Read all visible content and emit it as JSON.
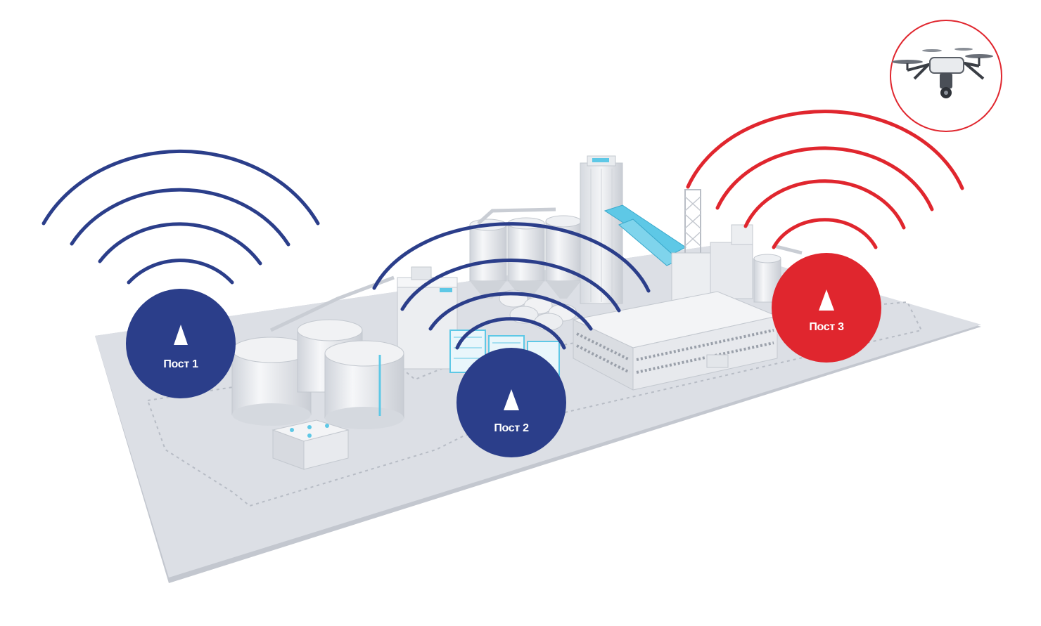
{
  "posts": [
    {
      "id": "post-1",
      "label": "Пост 1",
      "status": "normal"
    },
    {
      "id": "post-2",
      "label": "Пост 2",
      "status": "normal"
    },
    {
      "id": "post-3",
      "label": "Пост 3",
      "status": "alert"
    }
  ],
  "colors": {
    "normal": "#2b3e8a",
    "alert": "#e0262e",
    "ground": "#d9dce2",
    "ground_edge": "#c2c6ce",
    "building": "#eceef1",
    "building_shade": "#d4d8de",
    "accent": "#5ec8e6"
  },
  "icons": {
    "post_marker": "triangle-up-icon",
    "drone": "drone-icon"
  }
}
